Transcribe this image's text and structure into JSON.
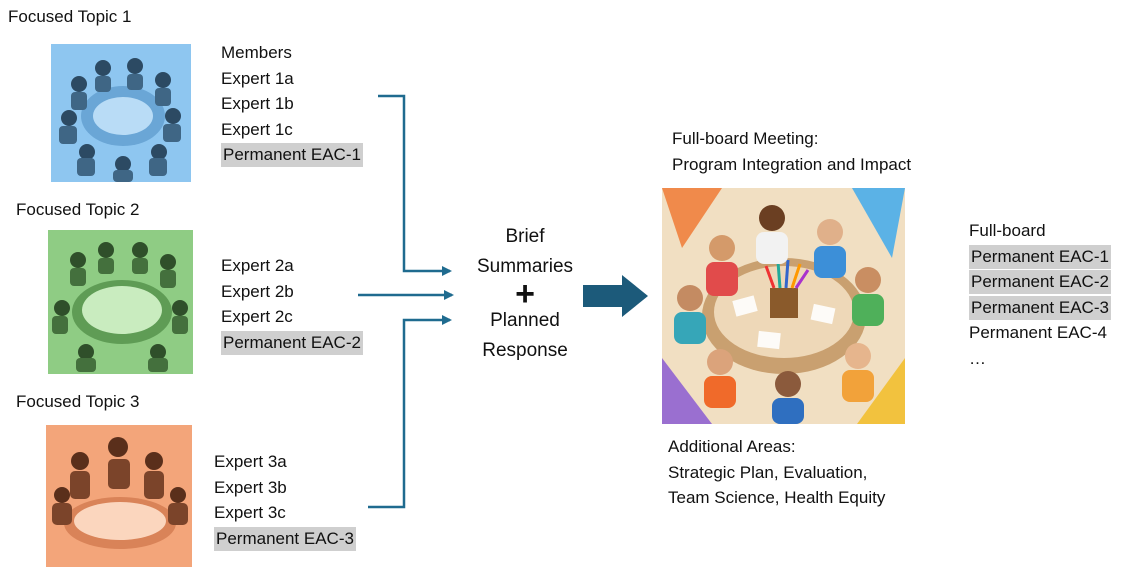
{
  "topics": [
    {
      "title": "Focused Topic 1",
      "members_header": "Members",
      "members": [
        "Expert 1a",
        "Expert 1b",
        "Expert 1c"
      ],
      "permanent": "Permanent EAC-1",
      "color": "#8ec6f0"
    },
    {
      "title": "Focused Topic 2",
      "members": [
        "Expert 2a",
        "Expert 2b",
        "Expert 2c"
      ],
      "permanent": "Permanent EAC-2",
      "color": "#8fcc84"
    },
    {
      "title": "Focused Topic 3",
      "members": [
        "Expert 3a",
        "Expert 3b",
        "Expert 3c"
      ],
      "permanent": "Permanent EAC-3",
      "color": "#f3a57a"
    }
  ],
  "center": {
    "line1": "Brief",
    "line2": "Summaries",
    "plus": "+",
    "line3": "Planned",
    "line4": "Response"
  },
  "full_board": {
    "meeting_title_line1": "Full-board Meeting:",
    "meeting_title_line2": "Program Integration and Impact",
    "additional_label": "Additional Areas:",
    "additional_line1": "Strategic Plan, Evaluation,",
    "additional_line2": "Team Science, Health Equity",
    "list_header": "Full-board",
    "list": [
      "Permanent EAC-1",
      "Permanent EAC-2",
      "Permanent EAC-3",
      "Permanent EAC-4",
      "…"
    ],
    "highlighted_count": 3
  },
  "colors": {
    "connector": "#1f6b8f",
    "big_arrow": "#1c5a7a",
    "highlight": "#cfcfcf"
  }
}
